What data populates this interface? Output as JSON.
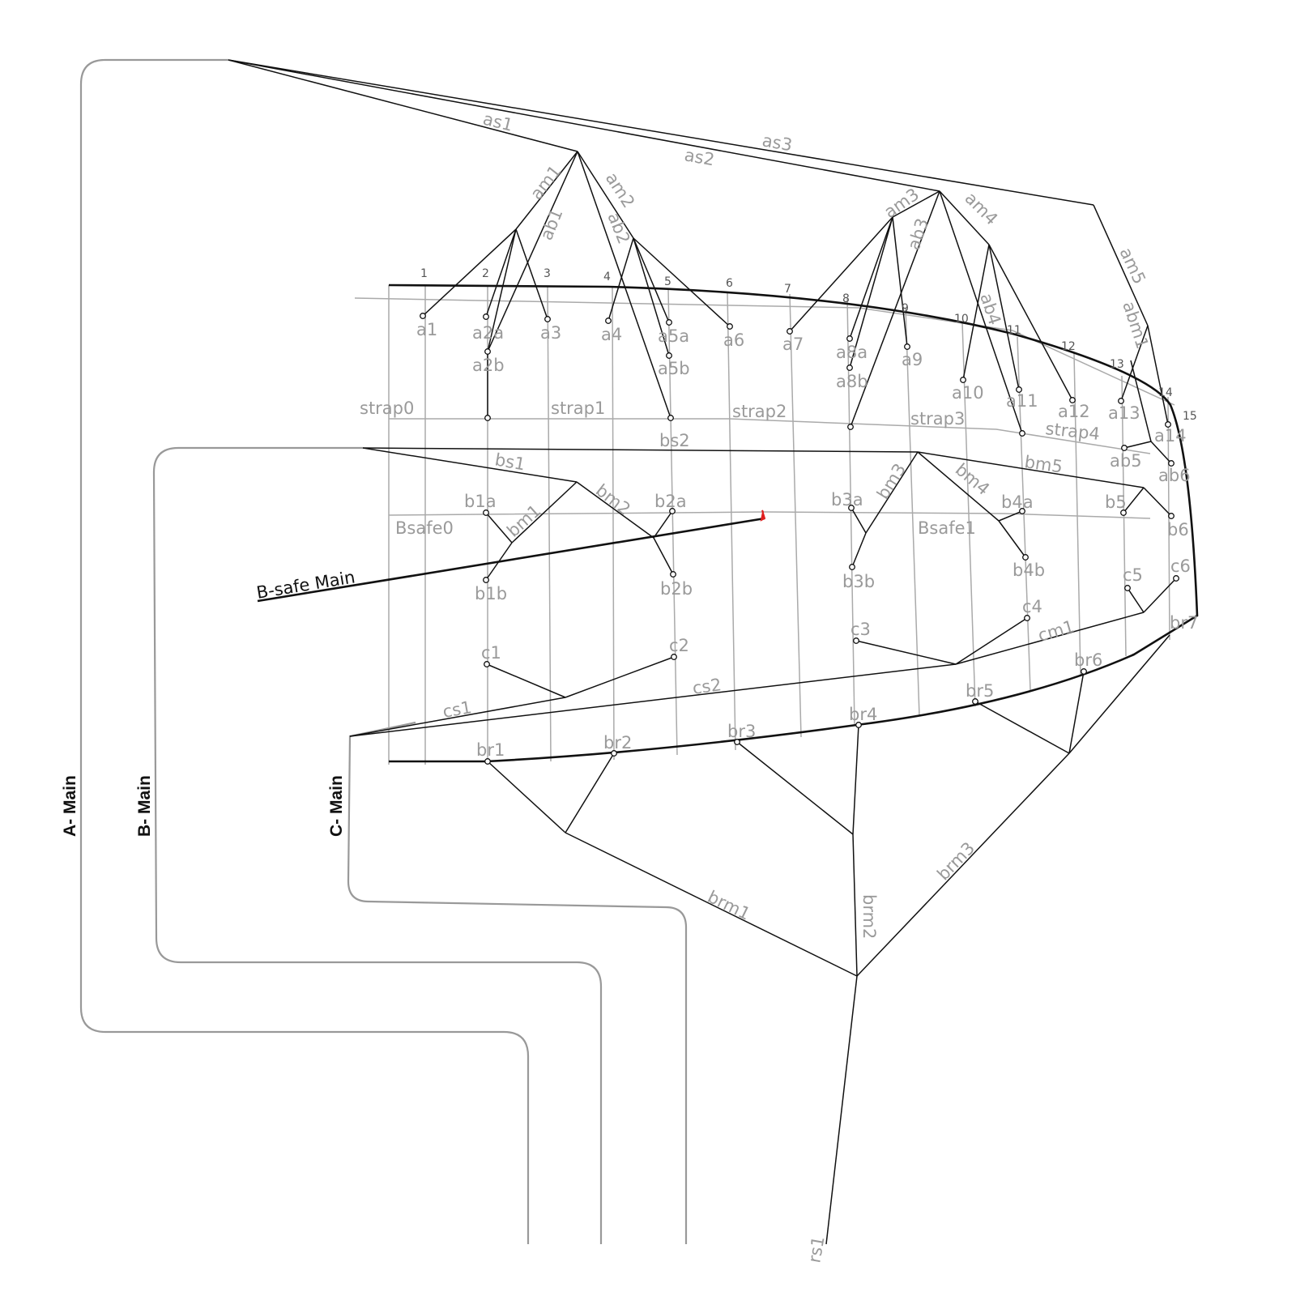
{
  "main_lines": {
    "a": "A- Main",
    "b": "B- Main",
    "c": "C- Main",
    "b_safe": "B-safe Main"
  },
  "line_numbers": [
    "1",
    "2",
    "3",
    "4",
    "5",
    "6",
    "7",
    "8",
    "9",
    "10",
    "11",
    "12",
    "13",
    "14",
    "15"
  ],
  "a_lines": {
    "as1": "as1",
    "as2": "as2",
    "as3": "as3",
    "am1": "am1",
    "am2": "am2",
    "am3": "am3",
    "am4": "am4",
    "am5": "am5",
    "ab1": "ab1",
    "ab2": "ab2",
    "ab3": "ab3",
    "ab4": "ab4",
    "abm1": "abm1"
  },
  "a_points": {
    "a1": "a1",
    "a2a": "a2a",
    "a2b": "a2b",
    "a3": "a3",
    "a4": "a4",
    "a5a": "a5a",
    "a5b": "a5b",
    "a6": "a6",
    "a7": "a7",
    "a8a": "a8a",
    "a8b": "a8b",
    "a9": "a9",
    "a10": "a10",
    "a11": "a11",
    "a12": "a12",
    "a13": "a13",
    "a14": "a14",
    "ab5": "ab5",
    "ab6": "ab6"
  },
  "straps": {
    "strap0": "strap0",
    "strap1": "strap1",
    "strap2": "strap2",
    "strap3": "strap3",
    "strap4": "strap4"
  },
  "b_lines": {
    "bs1": "bs1",
    "bs2": "bs2",
    "bm1": "bm1",
    "bm2": "bm2",
    "bm3": "bm3",
    "bm4": "bm4",
    "bm5": "bm5",
    "bsafe0": "Bsafe0",
    "bsafe1": "Bsafe1"
  },
  "b_points": {
    "b1a": "b1a",
    "b1b": "b1b",
    "b2a": "b2a",
    "b2b": "b2b",
    "b3a": "b3a",
    "b3b": "b3b",
    "b4a": "b4a",
    "b4b": "b4b",
    "b5": "b5",
    "b6": "b6"
  },
  "c_lines": {
    "cs1": "cs1",
    "cs2": "cs2",
    "cm1": "cm1"
  },
  "c_points": {
    "c1": "c1",
    "c2": "c2",
    "c3": "c3",
    "c4": "c4",
    "c5": "c5",
    "c6": "c6"
  },
  "br_lines": {
    "brm1": "brm1",
    "brm2": "brm2",
    "brm3": "brm3",
    "rs1": "rs1"
  },
  "br_points": {
    "br1": "br1",
    "br2": "br2",
    "br3": "br3",
    "br4": "br4",
    "br5": "br5",
    "br6": "br6",
    "br7": "br7"
  },
  "colors": {
    "line": "#111111",
    "grid": "#aaaaaa",
    "label": "#9a9a9a",
    "marker": "#e02020"
  }
}
